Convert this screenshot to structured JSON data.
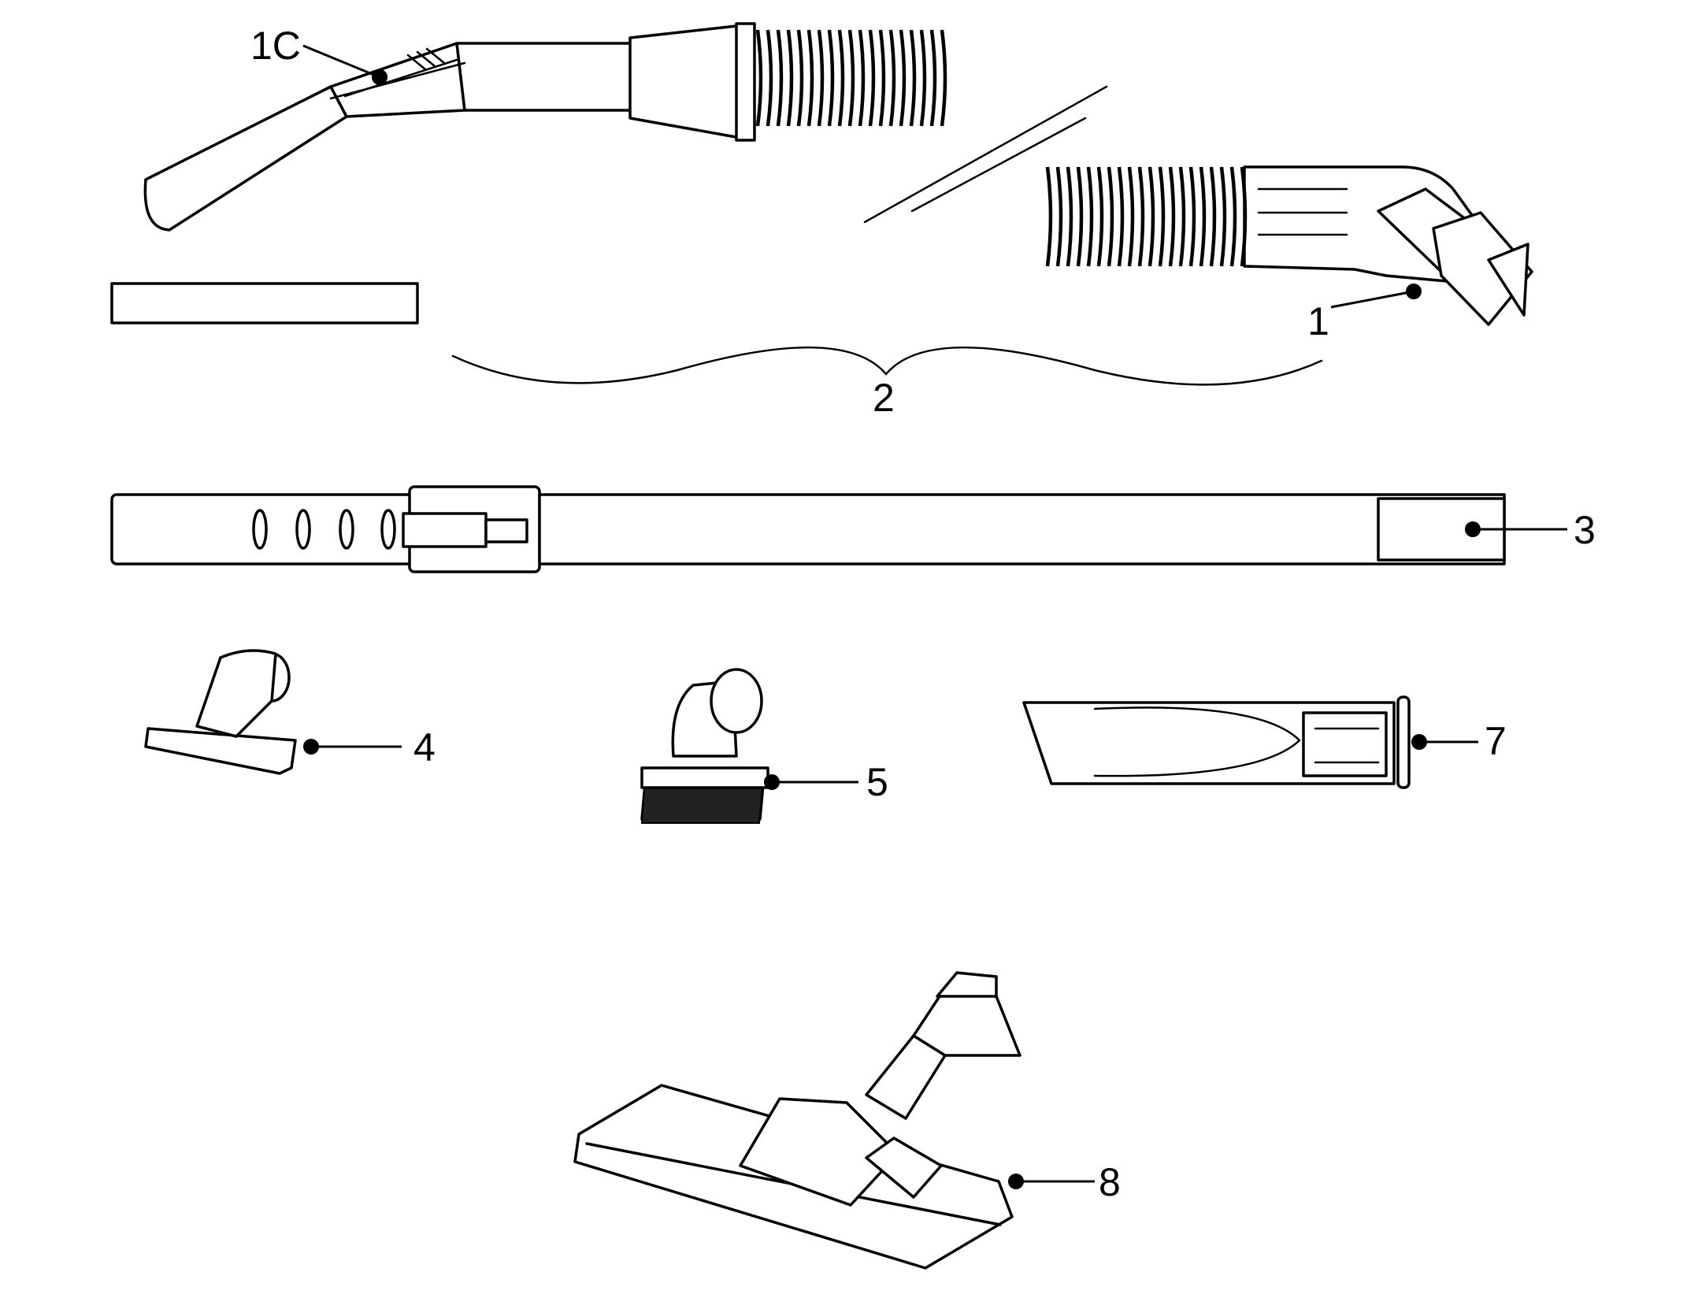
{
  "labels": {
    "hose_handle": "1C",
    "hose_end": "1",
    "hose_assembly": "2",
    "wand": "3",
    "upholstery_nozzle": "4",
    "dusting_brush": "5",
    "crevice_tool": "7",
    "floor_nozzle": "8"
  }
}
